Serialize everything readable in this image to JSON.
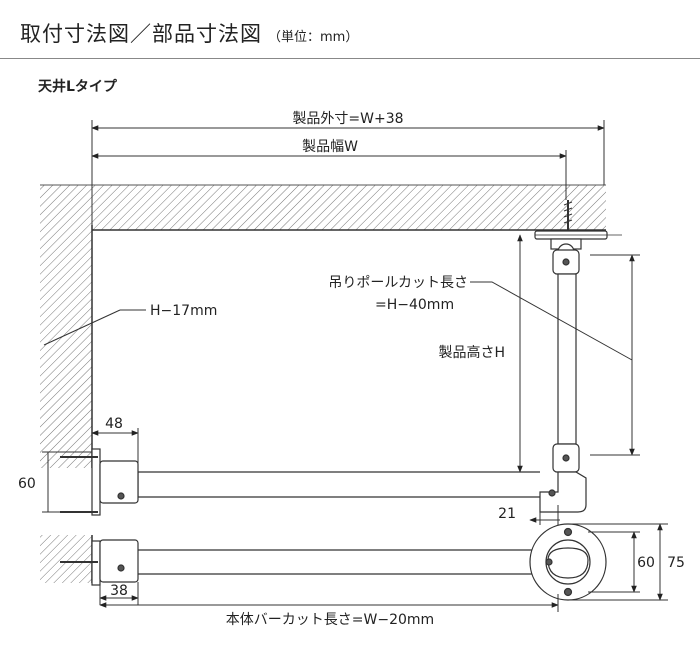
{
  "header": {
    "title": "取付寸法図／部品寸法図",
    "unit": "（単位：mm）"
  },
  "section": {
    "subtitle": "天井Lタイプ"
  },
  "dimensions": {
    "outer_width": "製品外寸=W+38",
    "product_width": "製品幅W",
    "pole_cut_line1": "吊りポールカット長さ",
    "pole_cut_line2": "=H−40mm",
    "product_height": "製品高さH",
    "wall_offset": "H−17mm",
    "bracket_depth": "48",
    "bracket_height": "60",
    "bend_offset": "21",
    "bracket_bottom": "38",
    "bar_cut": "本体バーカット長さ=W−20mm",
    "flange_inner": "60",
    "flange_outer": "75"
  }
}
